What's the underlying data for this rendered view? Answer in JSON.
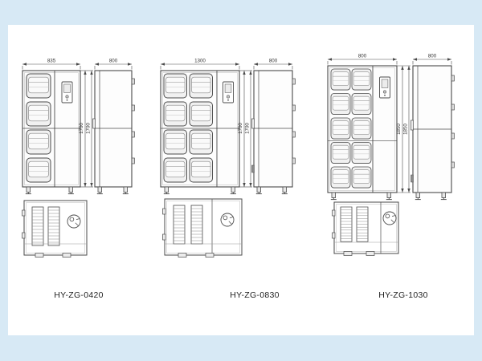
{
  "colors": {
    "background": "#d7e9f5",
    "sheet": "#ffffff",
    "line": "#4a4a4a",
    "label_text": "#1f1f1f"
  },
  "models": [
    {
      "name": "HY-ZG-0420",
      "front_width": "835",
      "front_height": "1700",
      "side_width": "800",
      "side_height": "1700"
    },
    {
      "name": "HY-ZG-0830",
      "front_width": "1300",
      "front_height": "1700",
      "side_width": "800",
      "side_height": "1700"
    },
    {
      "name": "HY-ZG-1030",
      "front_width": "800",
      "front_height": "1850",
      "side_width": "800",
      "side_height": "1850"
    }
  ]
}
